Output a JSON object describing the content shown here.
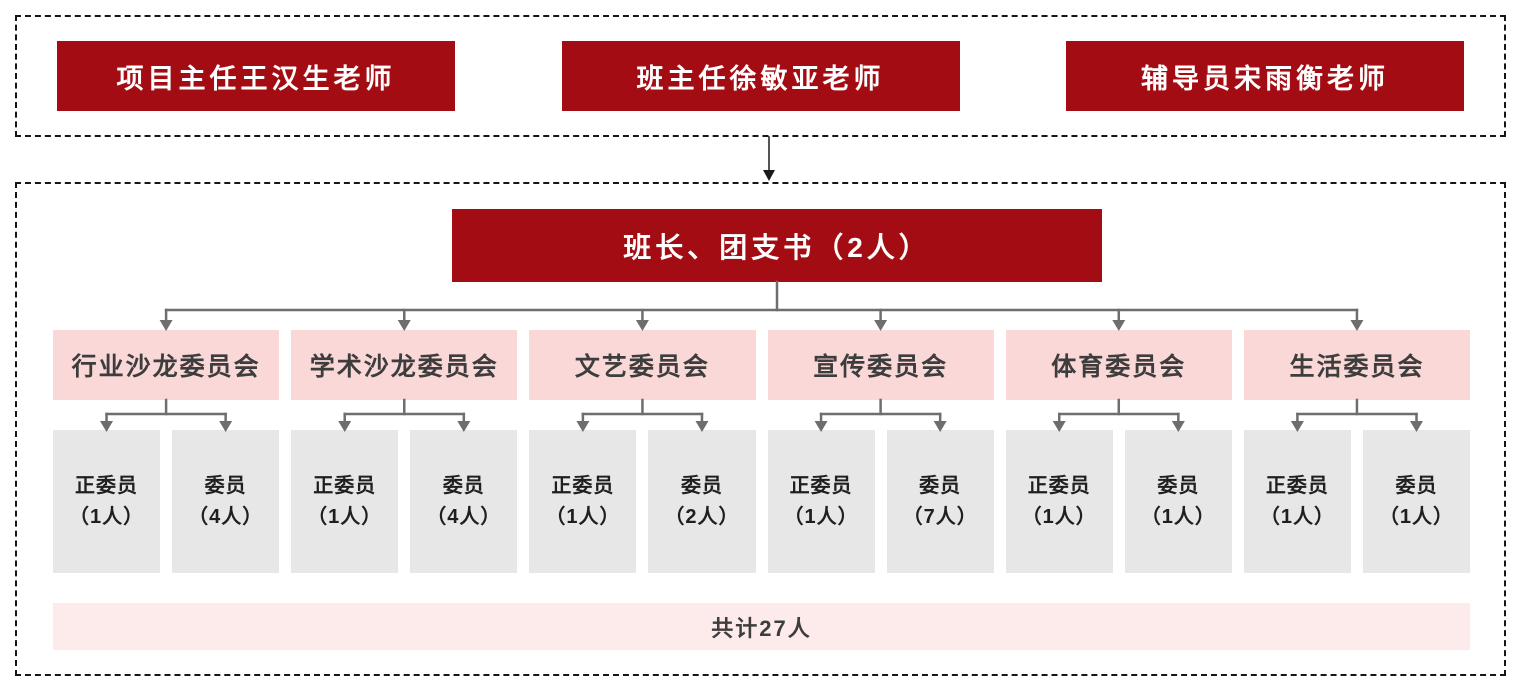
{
  "colors": {
    "dark_red": "#A30C12",
    "committee_pink": "#FAD8D8",
    "total_pink": "#FDEBEB",
    "sub_gray": "#E7E7E7",
    "connector": "#6E6E6E",
    "arrow": "#1A1A1A",
    "border": "#161616",
    "text_white": "#FFFFFF",
    "text_dark": "#3D3D3D",
    "text_black": "#1F1F1F"
  },
  "advisors": {
    "items": [
      {
        "label": "项目主任王汉生老师"
      },
      {
        "label": "班主任徐敏亚老师"
      },
      {
        "label": "辅导员宋雨衡老师"
      }
    ]
  },
  "leader": {
    "label": "班长、团支书（2人）"
  },
  "committees": [
    {
      "name": "行业沙龙委员会",
      "chief_role": "正委员",
      "chief_count": "（1人）",
      "member_role": "委员",
      "member_count": "（4人）"
    },
    {
      "name": "学术沙龙委员会",
      "chief_role": "正委员",
      "chief_count": "（1人）",
      "member_role": "委员",
      "member_count": "（4人）"
    },
    {
      "name": "文艺委员会",
      "chief_role": "正委员",
      "chief_count": "（1人）",
      "member_role": "委员",
      "member_count": "（2人）"
    },
    {
      "name": "宣传委员会",
      "chief_role": "正委员",
      "chief_count": "（1人）",
      "member_role": "委员",
      "member_count": "（7人）"
    },
    {
      "name": "体育委员会",
      "chief_role": "正委员",
      "chief_count": "（1人）",
      "member_role": "委员",
      "member_count": "（1人）"
    },
    {
      "name": "生活委员会",
      "chief_role": "正委员",
      "chief_count": "（1人）",
      "member_role": "委员",
      "member_count": "（1人）"
    }
  ],
  "total": {
    "label": "共计27人"
  }
}
